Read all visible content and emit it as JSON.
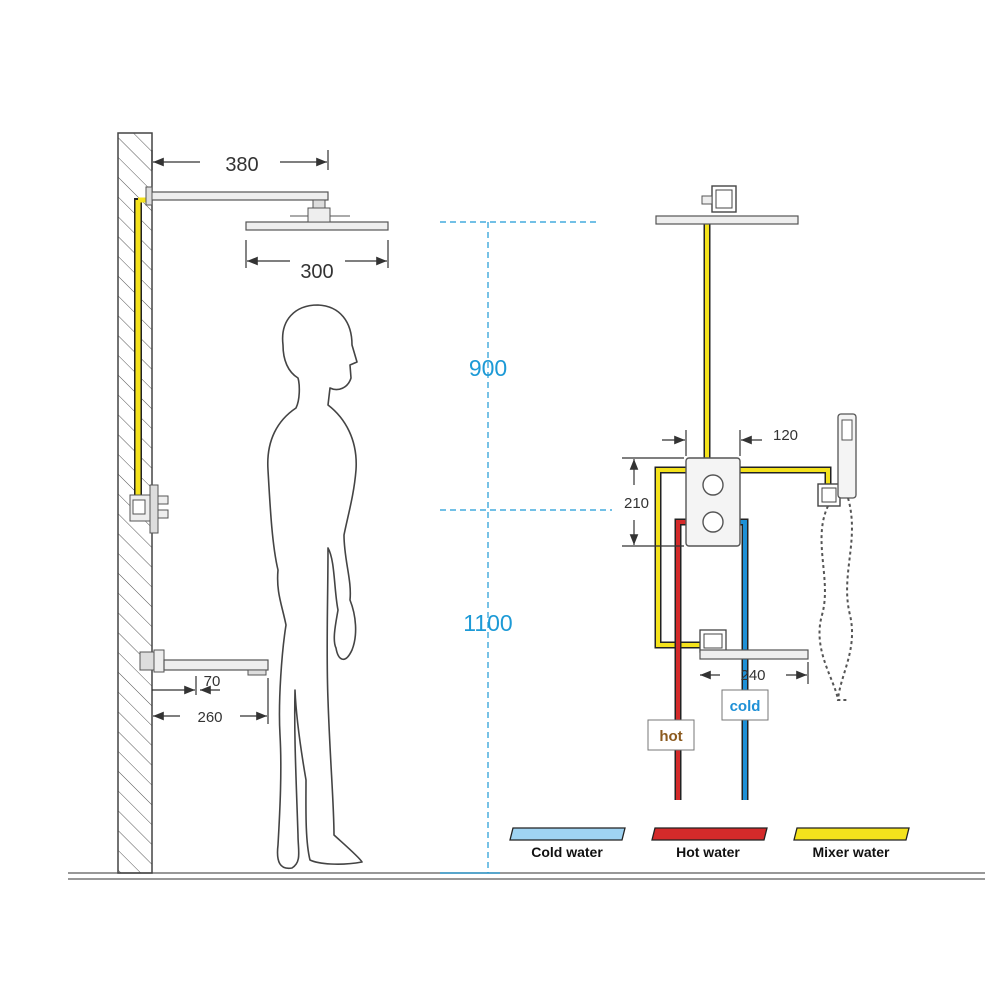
{
  "colors": {
    "cold": "#1e90d6",
    "hot": "#d42a2a",
    "mixer": "#f4e21c",
    "dimension_blue": "#1d9ad6",
    "legend_cold_fill": "#9fd3f2",
    "hot_tag_text": "#8b5a1e",
    "cold_tag_text": "#1e90d6"
  },
  "dimensions": {
    "arm_length": "380",
    "head_width": "300",
    "shower_height": "900",
    "valve_height": "1100",
    "spout_depth": "70",
    "spout_length": "260",
    "valve_to_holder": "120",
    "valve_plate": "210",
    "spout_front": "240"
  },
  "pipe_tags": {
    "hot": "hot",
    "cold": "cold"
  },
  "legend": [
    {
      "key": "cold",
      "label": "Cold water"
    },
    {
      "key": "hot",
      "label": "Hot water"
    },
    {
      "key": "mixer",
      "label": "Mixer water"
    }
  ]
}
